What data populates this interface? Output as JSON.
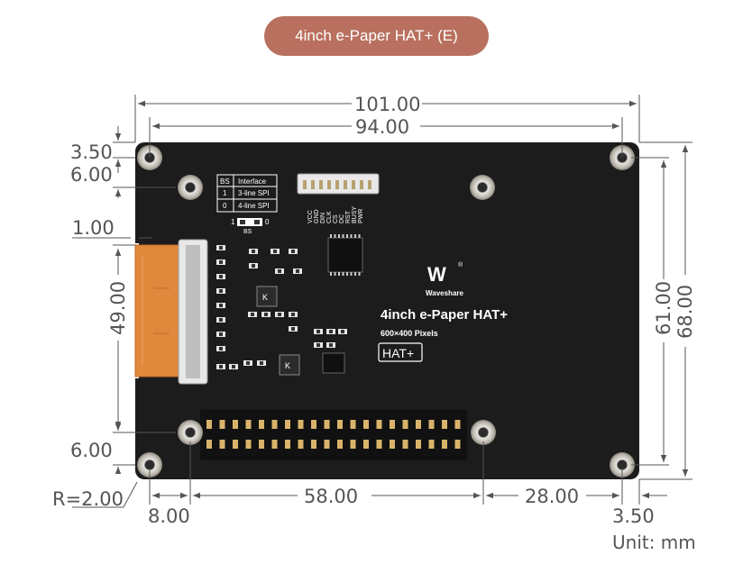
{
  "title": "4inch e-Paper HAT+ (E)",
  "unit": "Unit: mm",
  "dimensions": {
    "overall_width": "101.00",
    "hole_spacing_width": "94.00",
    "top_hole_offset": "3.50",
    "top_hole_offset_2": "6.00",
    "fpc_offset": "1.00",
    "fpc_length": "49.00",
    "bottom_offset": "6.00",
    "corner_radius": "R=2.00",
    "left_offset": "8.00",
    "header_spacing": "58.00",
    "right_spacing": "28.00",
    "right_offset": "3.50",
    "hole_spacing_height": "61.00",
    "overall_height": "68.00"
  },
  "board": {
    "model": "4inch e-Paper HAT+",
    "resolution": "600×400 Pixels",
    "badge": "HAT+",
    "brand": "Waveshare",
    "bs_table": {
      "headers": [
        "BS",
        "Interface"
      ],
      "rows": [
        [
          "1",
          "3-line SPI"
        ],
        [
          "0",
          "4-line SPI"
        ]
      ]
    },
    "bs_switch": {
      "left": "1",
      "right": "0",
      "label": "BS"
    },
    "pins": [
      "VCC",
      "GND",
      "DIN",
      "CLK",
      "CS",
      "DC",
      "RST",
      "BUSY",
      "PWR"
    ]
  },
  "colors": {
    "pill": "#b9705e",
    "board": "#1b1b1b",
    "fpc": "#e0883a",
    "dim_line": "#555555"
  }
}
